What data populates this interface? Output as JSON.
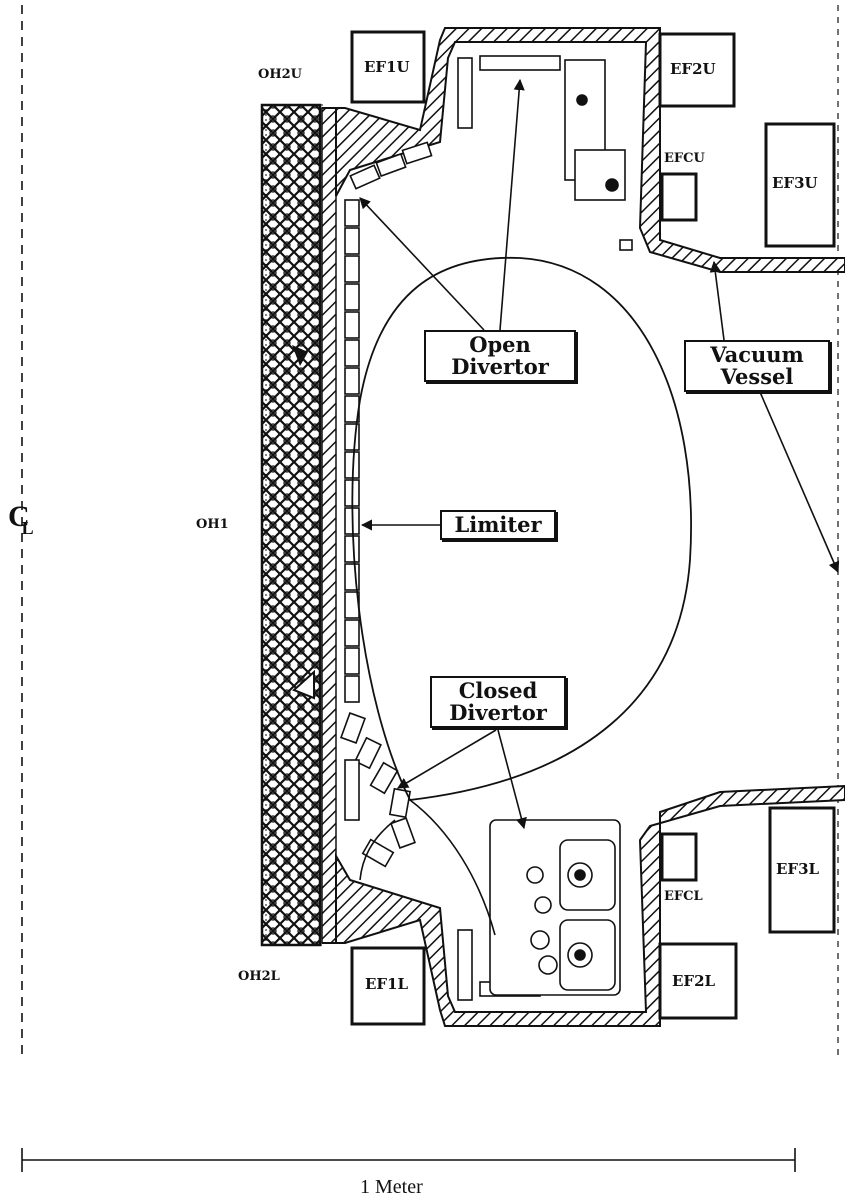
{
  "centerline": {
    "symbol": "C",
    "sub": "L"
  },
  "coils": {
    "oh2u": "OH2U",
    "oh1": "OH1",
    "oh2l": "OH2L",
    "ef1u": "EF1U",
    "ef2u": "EF2U",
    "efcu": "EFCU",
    "ef3u": "EF3U",
    "ef1l": "EF1L",
    "ef2l": "EF2L",
    "efcl": "EFCL",
    "ef3l": "EF3L"
  },
  "callouts": {
    "open_divertor": [
      "Open",
      "Divertor"
    ],
    "vacuum_vessel": [
      "Vacuum",
      "Vessel"
    ],
    "limiter": "Limiter",
    "closed_divertor": [
      "Closed",
      "Divertor"
    ]
  },
  "scale": {
    "label": "1 Meter"
  },
  "colors": {
    "ink": "#111111",
    "paper": "#ffffff"
  }
}
